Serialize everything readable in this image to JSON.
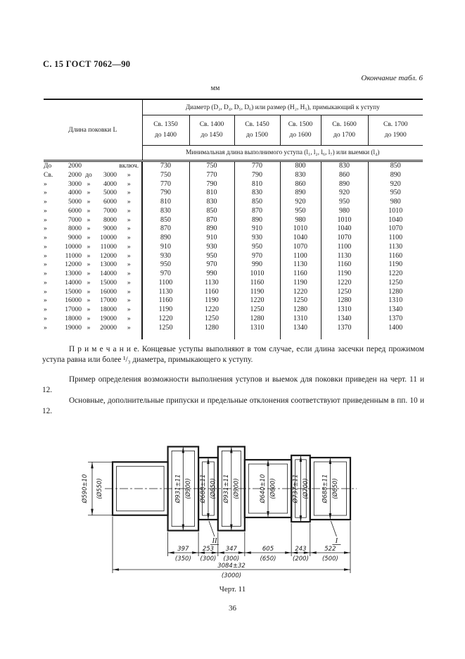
{
  "page": {
    "doc_header": "С. 15 ГОСТ 7062—90",
    "table_end_note": "Окончание табл. 6",
    "units_label": "мм",
    "page_number": "36"
  },
  "table": {
    "length_col_header": "Длина поковки L",
    "diameter_header": "Диаметр (D₂, D₄, D₅, D₆) или размер (H₂, H₅), примыкающий к уступу",
    "min_length_header": "Минимальная длина выполнимого уступа (l₁, l₂, l₆, l₇) или выемки (l₄)",
    "range_cols": [
      {
        "line1": "Св. 1350",
        "line2": "до 1400"
      },
      {
        "line1": "Св. 1400",
        "line2": "до 1450"
      },
      {
        "line1": "Св. 1450",
        "line2": "до 1500"
      },
      {
        "line1": "Св. 1500",
        "line2": "до 1600"
      },
      {
        "line1": "Св. 1600",
        "line2": "до 1700"
      },
      {
        "line1": "Св. 1700",
        "line2": "до 1900"
      }
    ],
    "rows": [
      {
        "length": [
          "До",
          "2000",
          "",
          "",
          "включ."
        ],
        "values": [
          730,
          750,
          770,
          800,
          830,
          850
        ]
      },
      {
        "length": [
          "Св.",
          "2000",
          "до",
          "3000",
          "»"
        ],
        "values": [
          750,
          770,
          790,
          830,
          860,
          890
        ]
      },
      {
        "length": [
          "»",
          "3000",
          "»",
          "4000",
          "»"
        ],
        "values": [
          770,
          790,
          810,
          860,
          890,
          920
        ]
      },
      {
        "length": [
          "»",
          "4000",
          "»",
          "5000",
          "»"
        ],
        "values": [
          790,
          810,
          830,
          890,
          920,
          950
        ]
      },
      {
        "length": [
          "»",
          "5000",
          "»",
          "6000",
          "»"
        ],
        "values": [
          810,
          830,
          850,
          920,
          950,
          980
        ]
      },
      {
        "length": [
          "»",
          "6000",
          "»",
          "7000",
          "»"
        ],
        "values": [
          830,
          850,
          870,
          950,
          980,
          1010
        ]
      },
      {
        "length": [
          "»",
          "7000",
          "»",
          "8000",
          "»"
        ],
        "values": [
          850,
          870,
          890,
          980,
          1010,
          1040
        ]
      },
      {
        "length": [
          "»",
          "8000",
          "»",
          "9000",
          "»"
        ],
        "values": [
          870,
          890,
          910,
          1010,
          1040,
          1070
        ]
      },
      {
        "length": [
          "»",
          "9000",
          "»",
          "10000",
          "»"
        ],
        "values": [
          890,
          910,
          930,
          1040,
          1070,
          1100
        ]
      },
      {
        "length": [
          "»",
          "10000",
          "»",
          "11000",
          "»"
        ],
        "values": [
          910,
          930,
          950,
          1070,
          1100,
          1130
        ]
      },
      {
        "length": [
          "»",
          "11000",
          "»",
          "12000",
          "»"
        ],
        "values": [
          930,
          950,
          970,
          1100,
          1130,
          1160
        ]
      },
      {
        "length": [
          "»",
          "12000",
          "»",
          "13000",
          "»"
        ],
        "values": [
          950,
          970,
          990,
          1130,
          1160,
          1190
        ]
      },
      {
        "length": [
          "»",
          "13000",
          "»",
          "14000",
          "»"
        ],
        "values": [
          970,
          990,
          1010,
          1160,
          1190,
          1220
        ]
      },
      {
        "length": [
          "»",
          "14000",
          "»",
          "15000",
          "»"
        ],
        "values": [
          1100,
          1130,
          1160,
          1190,
          1220,
          1250
        ]
      },
      {
        "length": [
          "»",
          "15000",
          "»",
          "16000",
          "»"
        ],
        "values": [
          1130,
          1160,
          1190,
          1220,
          1250,
          1280
        ]
      },
      {
        "length": [
          "»",
          "16000",
          "»",
          "17000",
          "»"
        ],
        "values": [
          1160,
          1190,
          1220,
          1250,
          1280,
          1310
        ]
      },
      {
        "length": [
          "»",
          "17000",
          "»",
          "18000",
          "»"
        ],
        "values": [
          1190,
          1220,
          1250,
          1280,
          1310,
          1340
        ]
      },
      {
        "length": [
          "»",
          "18000",
          "»",
          "19000",
          "»"
        ],
        "values": [
          1220,
          1250,
          1280,
          1310,
          1340,
          1370
        ]
      },
      {
        "length": [
          "»",
          "19000",
          "»",
          "20000",
          "»"
        ],
        "values": [
          1250,
          1280,
          1310,
          1340,
          1370,
          1400
        ]
      }
    ]
  },
  "notes": {
    "note1_label": "П р и м е ч а н и е.",
    "note1_text": "Концевые уступы выполняют в том случае, если длина засечки перед прожимом уступа равна или более ¹/₃ диаметра, примыкающего к уступу.",
    "para2": "Пример определения  возможности  выполнения  уступов и выемок для поковки приведен на черт. 11 и 12.",
    "para3": "Основные, дополнительные припуски и предельные отклонения соответствуют приведенным в пп. 10 и 12."
  },
  "drawing": {
    "caption": "Черт. 11",
    "overall_len": "3084±32",
    "overall_len_fin": "(3000)",
    "sections": [
      {
        "dia_label": "Ø590±10",
        "fin_label": "(Ø550)",
        "len_mm": 717,
        "dia_mm": 590,
        "dim_outside": true
      },
      {
        "dia_label": "Ø931±11",
        "fin_label": "(Ø900)",
        "len_mm": 397,
        "dia_mm": 931,
        "seg_label": "397",
        "seg_fin_label": "(350)"
      },
      {
        "dia_label": "Ø688±11",
        "fin_label": "(Ø650)",
        "len_mm": 253,
        "dia_mm": 688,
        "seg_label": "253",
        "seg_fin_label": "(300)",
        "callout": "II"
      },
      {
        "dia_label": "Ø931±11",
        "fin_label": "(Ø900)",
        "len_mm": 347,
        "dia_mm": 931,
        "seg_label": "347",
        "seg_fin_label": "(300)"
      },
      {
        "dia_label": "Ø640±10",
        "fin_label": "(Ø600)",
        "len_mm": 605,
        "dia_mm": 640,
        "seg_label": "605",
        "seg_fin_label": "(650)"
      },
      {
        "dia_label": "Ø737±11",
        "fin_label": "(Ø700)",
        "len_mm": 243,
        "dia_mm": 737,
        "seg_label": "243",
        "seg_fin_label": "(200)"
      },
      {
        "dia_label": "Ø688±11",
        "fin_label": "(Ø650)",
        "len_mm": 522,
        "dia_mm": 688,
        "seg_label": "522",
        "seg_fin_label": "(500)",
        "callout": "I"
      }
    ]
  }
}
